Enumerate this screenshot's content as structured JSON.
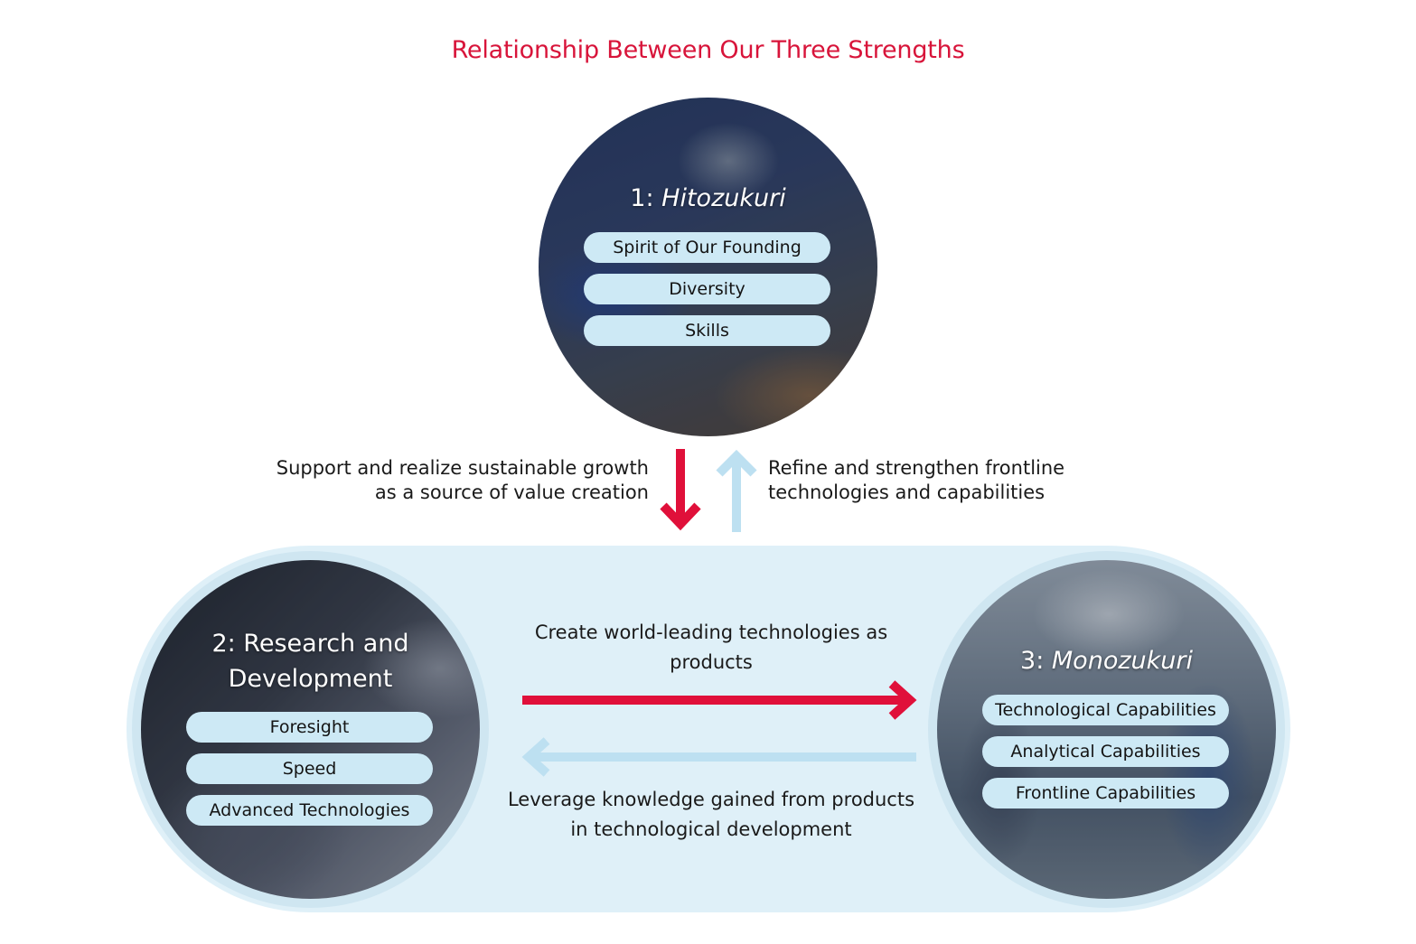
{
  "title": "Relationship Between Our Three Strengths",
  "colors": {
    "accent_red": "#e0103a",
    "light_blue": "#bde0f1",
    "band": "#dff0f8",
    "pill": "#cde9f5"
  },
  "circles": {
    "hitozukuri": {
      "number": "1:",
      "name": "Hitozukuri",
      "items": [
        "Spirit of Our Founding",
        "Diversity",
        "Skills"
      ]
    },
    "rnd": {
      "line1": "2: Research and",
      "line2": "Development",
      "items": [
        "Foresight",
        "Speed",
        "Advanced Technologies"
      ]
    },
    "monozukuri": {
      "number": "3:",
      "name": "Monozukuri",
      "items": [
        "Technological Capabilities",
        "Analytical Capabilities",
        "Frontline Capabilities"
      ]
    }
  },
  "flows": {
    "down_line1": "Support and realize sustainable growth",
    "down_line2": "as a source of value creation",
    "up_line1": "Refine and strengthen frontline",
    "up_line2": "technologies and capabilities",
    "right_line1": "Create world-leading technologies as",
    "right_line2": "products",
    "left_line1": "Leverage knowledge gained from products",
    "left_line2": "in technological development"
  }
}
